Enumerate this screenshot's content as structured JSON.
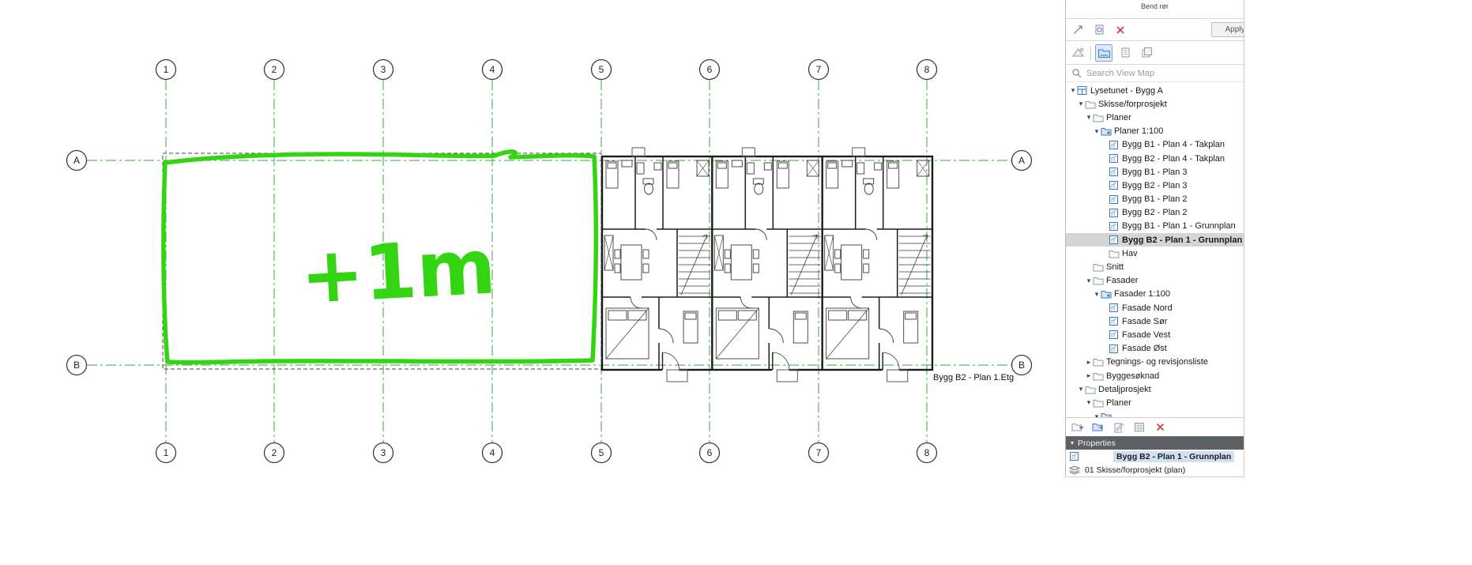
{
  "canvas": {
    "grid": {
      "columns": [
        "1",
        "2",
        "3",
        "4",
        "5",
        "6",
        "7",
        "8"
      ],
      "rows": [
        "A",
        "B"
      ],
      "color": "#3aa83a"
    },
    "annotation": {
      "text": "+1m",
      "color": "#33d411"
    },
    "plan_label": "Bygg B2 - Plan 1.Etg"
  },
  "sidebar": {
    "top_clipped_label": "Bend rør",
    "toolbar": {
      "apply_label": "Apply"
    },
    "search": {
      "placeholder": "Search View Map"
    },
    "tree": [
      {
        "label": "Lysetunet - Bygg A",
        "level": 0,
        "chevron": "down",
        "icon": "project",
        "selected": false
      },
      {
        "label": "Skisse/forprosjekt",
        "level": 1,
        "chevron": "down",
        "icon": "folder",
        "selected": false
      },
      {
        "label": "Planer",
        "level": 2,
        "chevron": "down",
        "icon": "folder",
        "selected": false
      },
      {
        "label": "Planer 1:100",
        "level": 3,
        "chevron": "down",
        "icon": "clone",
        "selected": false
      },
      {
        "label": "Bygg B1 - Plan 4 - Takplan",
        "level": 4,
        "chevron": "none",
        "icon": "view",
        "selected": false
      },
      {
        "label": "Bygg B2 - Plan 4 - Takplan",
        "level": 4,
        "chevron": "none",
        "icon": "view",
        "selected": false
      },
      {
        "label": "Bygg B1 - Plan 3",
        "level": 4,
        "chevron": "none",
        "icon": "view",
        "selected": false
      },
      {
        "label": "Bygg B2 - Plan 3",
        "level": 4,
        "chevron": "none",
        "icon": "view",
        "selected": false
      },
      {
        "label": "Bygg B1 - Plan 2",
        "level": 4,
        "chevron": "none",
        "icon": "view",
        "selected": false
      },
      {
        "label": "Bygg B2 - Plan 2",
        "level": 4,
        "chevron": "none",
        "icon": "view",
        "selected": false
      },
      {
        "label": "Bygg B1 - Plan 1 - Grunnplan",
        "level": 4,
        "chevron": "none",
        "icon": "view",
        "selected": false
      },
      {
        "label": "Bygg B2 - Plan 1 - Grunnplan",
        "level": 4,
        "chevron": "none",
        "icon": "view",
        "selected": true
      },
      {
        "label": "Hav",
        "level": 4,
        "chevron": "none",
        "icon": "folder",
        "selected": false
      },
      {
        "label": "Snitt",
        "level": 2,
        "chevron": "none",
        "icon": "folder",
        "selected": false
      },
      {
        "label": "Fasader",
        "level": 2,
        "chevron": "down",
        "icon": "folder",
        "selected": false
      },
      {
        "label": "Fasader 1:100",
        "level": 3,
        "chevron": "down",
        "icon": "clone",
        "selected": false
      },
      {
        "label": "Fasade Nord",
        "level": 4,
        "chevron": "none",
        "icon": "view",
        "selected": false
      },
      {
        "label": "Fasade Sør",
        "level": 4,
        "chevron": "none",
        "icon": "view",
        "selected": false
      },
      {
        "label": "Fasade Vest",
        "level": 4,
        "chevron": "none",
        "icon": "view",
        "selected": false
      },
      {
        "label": "Fasade Øst",
        "level": 4,
        "chevron": "none",
        "icon": "view",
        "selected": false
      },
      {
        "label": "Tegnings- og revisjonsliste",
        "level": 2,
        "chevron": "right",
        "icon": "folder",
        "selected": false
      },
      {
        "label": "Byggesøknad",
        "level": 2,
        "chevron": "right",
        "icon": "folder",
        "selected": false
      },
      {
        "label": "Detaljprosjekt",
        "level": 1,
        "chevron": "down",
        "icon": "folder",
        "selected": false
      },
      {
        "label": "Planer",
        "level": 2,
        "chevron": "down",
        "icon": "folder",
        "selected": false
      },
      {
        "label": "",
        "level": 3,
        "chevron": "down",
        "icon": "clone",
        "selected": false
      }
    ],
    "properties": {
      "header": "Properties",
      "view_name": "Bygg B2 - Plan 1 - Grunnplan",
      "layer_combination": "01 Skisse/forprosjekt (plan)"
    }
  }
}
